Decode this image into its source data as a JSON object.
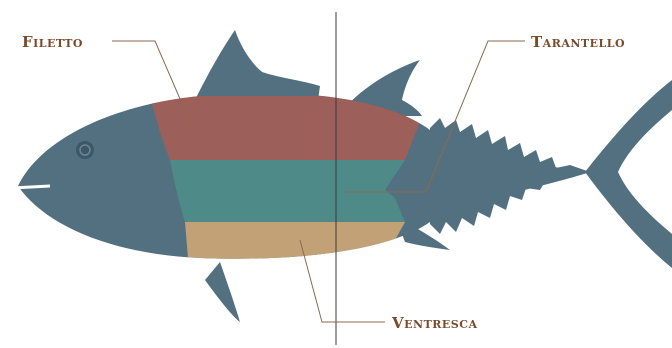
{
  "labels": {
    "filetto": "Filetto",
    "tarantello": "Tarantello",
    "ventresca": "Ventresca"
  },
  "colors": {
    "background": "#ffffff",
    "fish_body": "#52707f",
    "filetto": "#9d5f5a",
    "tarantello": "#4e8a87",
    "ventresca": "#c2a177",
    "label_text": "#7a4a2a",
    "leader_line": "#8a6a50",
    "divider_line": "#3a3a3a",
    "eye": "#3e5766"
  }
}
